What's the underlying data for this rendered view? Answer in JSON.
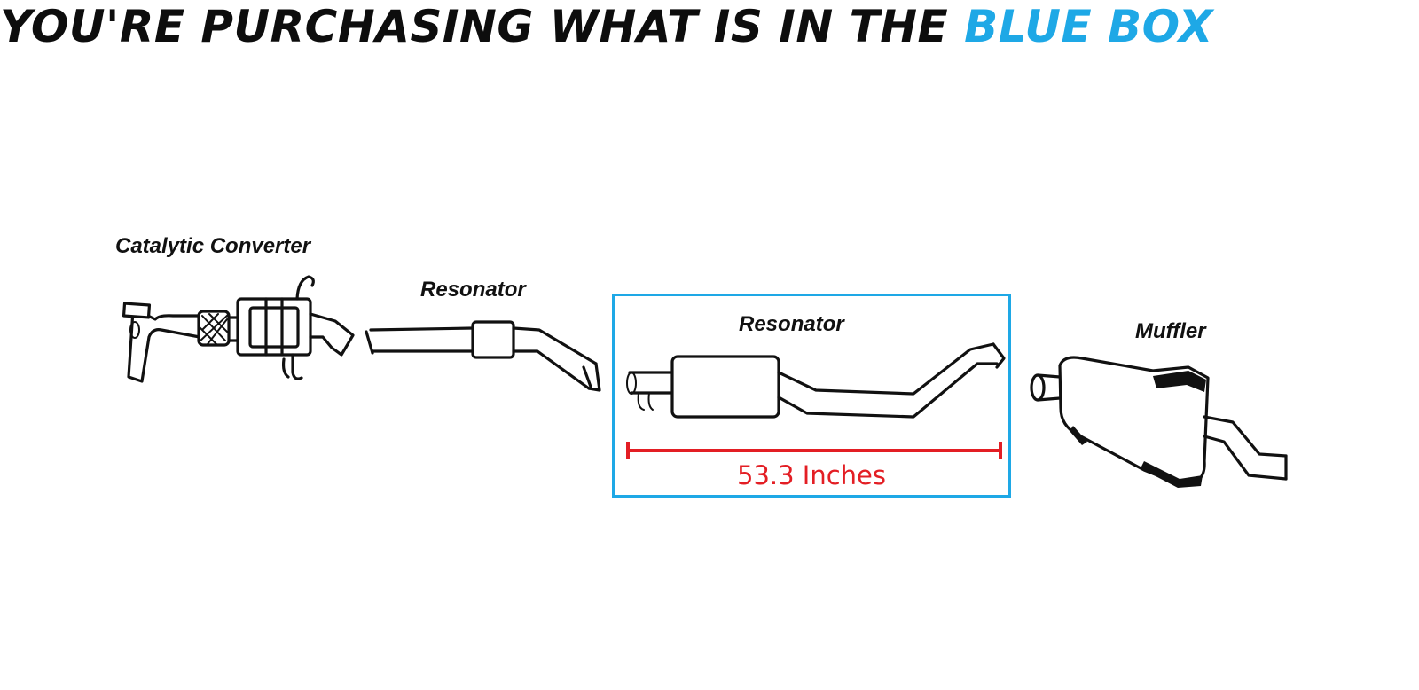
{
  "headline": {
    "main": "YOU'RE PURCHASING WHAT IS IN THE",
    "accent": "BLUE BOX",
    "accent_color": "#1ea8e6"
  },
  "parts": [
    {
      "label": "Catalytic Converter",
      "in_box": false
    },
    {
      "label": "Resonator",
      "in_box": false
    },
    {
      "label": "Resonator",
      "in_box": true
    },
    {
      "label": "Muffler",
      "in_box": false
    }
  ],
  "measurement": {
    "text": "53.3 Inches",
    "color": "#e31e24"
  }
}
